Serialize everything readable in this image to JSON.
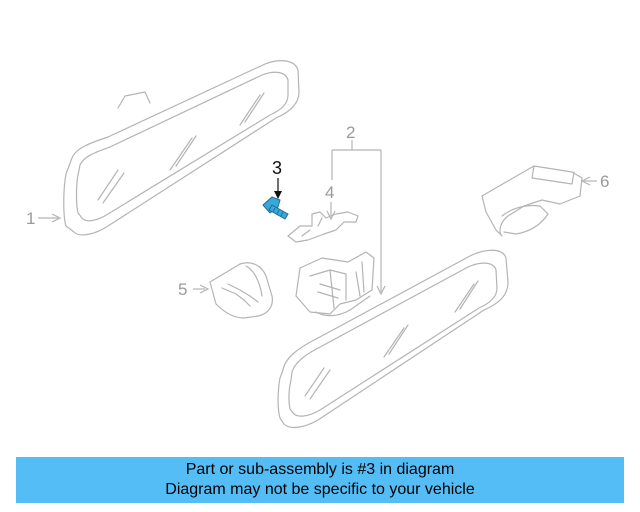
{
  "diagram": {
    "callouts": [
      {
        "id": "1",
        "label": "1"
      },
      {
        "id": "2",
        "label": "2"
      },
      {
        "id": "3",
        "label": "3",
        "highlighted": true
      },
      {
        "id": "4",
        "label": "4"
      },
      {
        "id": "5",
        "label": "5"
      },
      {
        "id": "6",
        "label": "6"
      }
    ],
    "highlight_color": "#3aa7d8",
    "part_line_color": "#b4b4b4"
  },
  "caption": {
    "line1": "Part or sub-assembly is #3 in diagram",
    "line2": "Diagram may not be specific to your vehicle",
    "background": "#55bdf6"
  }
}
